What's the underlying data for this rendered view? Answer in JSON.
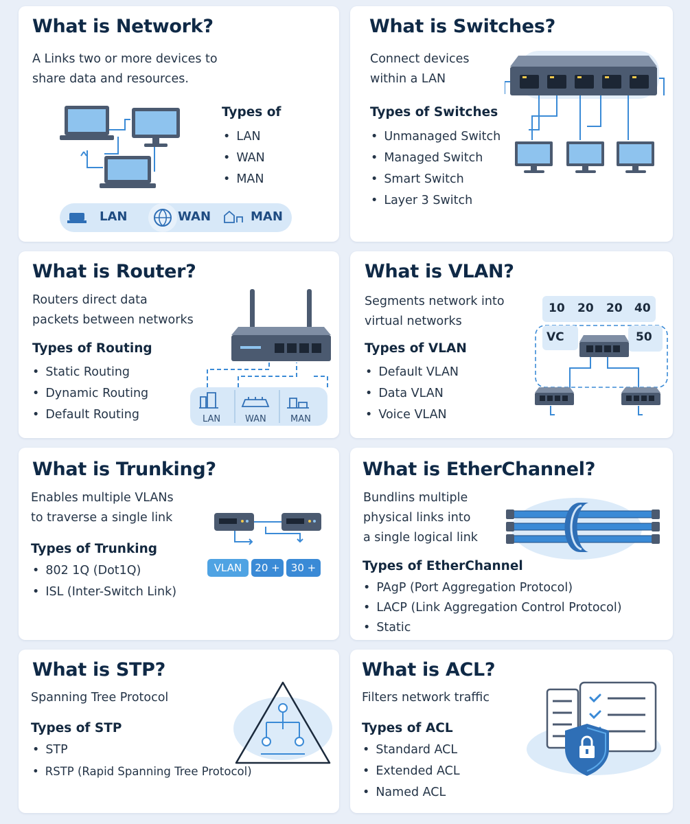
{
  "cards": {
    "network": {
      "title": "What is Network?",
      "desc": [
        "A Links two or more devices to",
        "share data and resources."
      ],
      "types_title": "Types of",
      "types": [
        "LAN",
        "WAN",
        "MAN"
      ],
      "pills": [
        "LAN",
        "WAN",
        "MAN"
      ]
    },
    "switches": {
      "title": "What is Switches?",
      "desc": [
        "Connect devices",
        "within a LAN"
      ],
      "types_title": "Types of Switches",
      "types": [
        "Unmanaged Switch",
        "Managed Switch",
        "Smart Switch",
        "Layer 3 Switch"
      ]
    },
    "router": {
      "title": "What is Router?",
      "desc": [
        "Routers direct data",
        "packets between networks"
      ],
      "types_title": "Types of Routing",
      "types": [
        "Static Routing",
        "Dynamic Routing",
        "Default Routing"
      ],
      "net_labels": [
        "LAN",
        "WAN",
        "MAN"
      ]
    },
    "vlan": {
      "title": "What is VLAN?",
      "desc": [
        "Segments network into",
        "virtual networks"
      ],
      "types_title": "Types of VLAN",
      "types": [
        "Default VLAN",
        "Data VLAN",
        "Voice VLAN"
      ],
      "ids": [
        "10",
        "20",
        "20",
        "40"
      ],
      "vc": "VC",
      "fifty": "50"
    },
    "trunking": {
      "title": "What is Trunking?",
      "desc": [
        "Enables multiple VLANs",
        "to traverse a single link"
      ],
      "types_title": "Types of Trunking",
      "types": [
        "802 1Q (Dot1Q)",
        "ISL (Inter-Switch Link)"
      ],
      "tags": [
        "VLAN",
        "20 +",
        "30 +"
      ]
    },
    "etherchannel": {
      "title": "What is EtherChannel?",
      "desc": [
        "Bundlins multiple",
        "physical links into",
        "a single logical link"
      ],
      "types_title": "Types of EtherChannel",
      "types": [
        "PAgP (Port Aggregation Protocol)",
        "LACP (Link Aggregation Control Protocol)",
        "Static"
      ]
    },
    "stp": {
      "title": "What is STP?",
      "desc": [
        "Spanning Tree Protocol"
      ],
      "types_title": "Types of STP",
      "types": [
        "STP",
        "RSTP (Rapid Spanning Tree Protocol)"
      ]
    },
    "acl": {
      "title": "What is ACL?",
      "desc": [
        "Filters network traffic"
      ],
      "types_title": "Types of ACL",
      "types": [
        "Standard ACL",
        "Extended ACL",
        "Named ACL"
      ]
    }
  },
  "colors": {
    "background": "#e9eff8",
    "card": "#ffffff",
    "title": "#0f2946",
    "accent_blue": "#3a8ad6",
    "light_blue": "#dcebf9",
    "device_dark": "#4b5a70"
  }
}
